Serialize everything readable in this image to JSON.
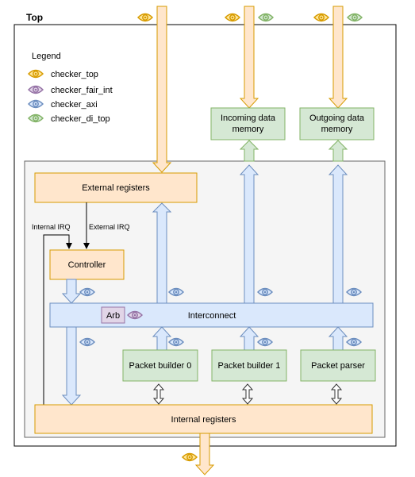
{
  "top": {
    "title": "Top"
  },
  "legend": {
    "title": "Legend",
    "items": [
      {
        "label": "checker_top",
        "icon": "eye-icon",
        "color": "#d79b00",
        "fill": "#ffe699"
      },
      {
        "label": "checker_fair_int",
        "icon": "eye-icon",
        "color": "#9673a6",
        "fill": "#e1d5e7"
      },
      {
        "label": "checker_axi",
        "icon": "eye-icon",
        "color": "#6c8ebf",
        "fill": "#dae8fc"
      },
      {
        "label": "checker_di_top",
        "icon": "eye-icon",
        "color": "#82b366",
        "fill": "#d5e8d4"
      }
    ]
  },
  "blocks": {
    "external_registers": "External registers",
    "controller": "Controller",
    "interconnect": "Interconnect",
    "arb": "Arb",
    "packet_builder_0": "Packet builder 0",
    "packet_builder_1": "Packet builder 1",
    "packet_parser": "Packet parser",
    "internal_registers": "Internal registers",
    "incoming_mem_line1": "Incoming data",
    "incoming_mem_line2": "memory",
    "outgoing_mem_line1": "Outgoing data",
    "outgoing_mem_line2": "memory"
  },
  "signals": {
    "internal_irq": "Internal IRQ",
    "external_irq": "External IRQ"
  },
  "colors": {
    "orange_fill": "#ffe6cc",
    "orange_stroke": "#d79b00",
    "blue_fill": "#dae8fc",
    "blue_stroke": "#6c8ebf",
    "green_fill": "#d5e8d4",
    "green_stroke": "#82b366",
    "purple_fill": "#e1d5e7",
    "purple_stroke": "#9673a6"
  }
}
